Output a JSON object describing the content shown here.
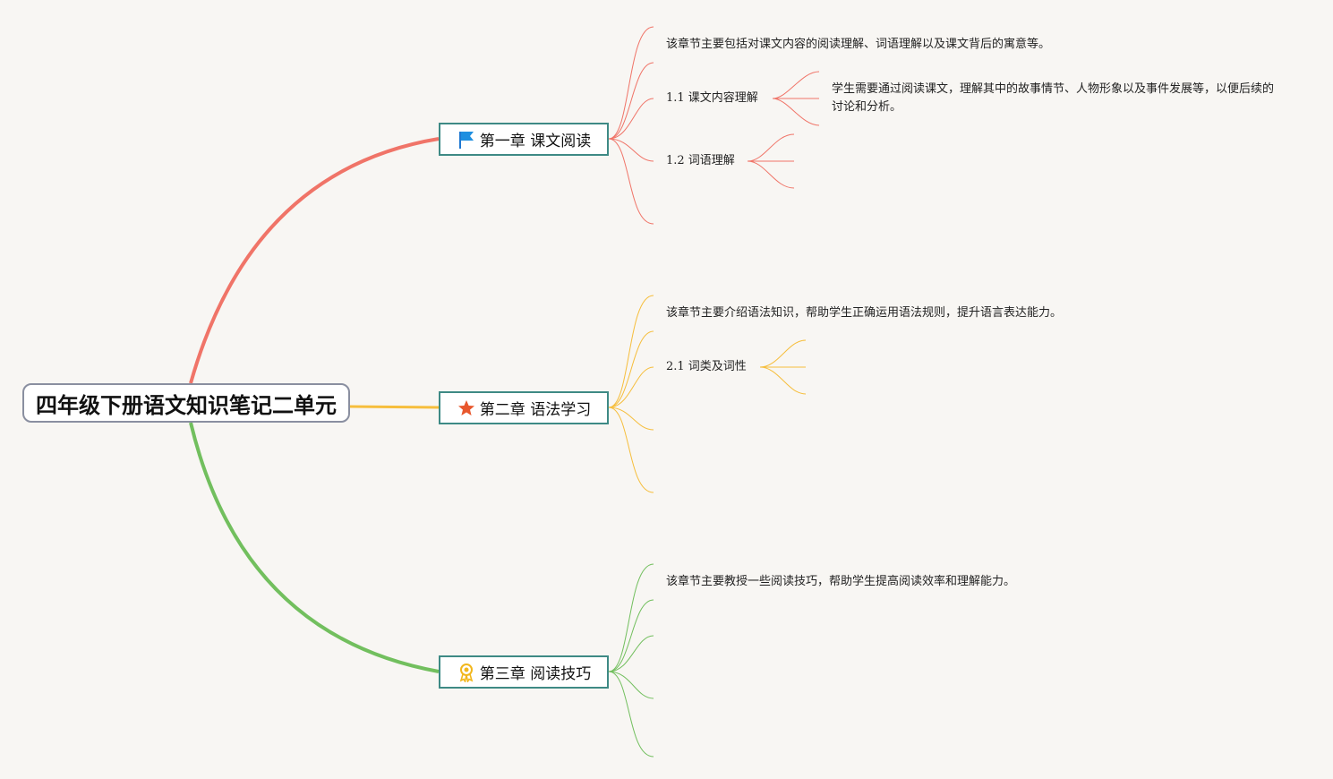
{
  "root": {
    "title": "四年级下册语文知识笔记二单元"
  },
  "colors": {
    "chapter1": "#f07468",
    "chapter2": "#f6be3c",
    "chapter3": "#72bf5e",
    "box_border": "#3e8a85",
    "root_border": "#8a8fa0",
    "background": "#f8f6f3"
  },
  "chapters": [
    {
      "label": "第一章 课文阅读",
      "icon": "blue-flag-icon",
      "summary": "该章节主要包括对课文内容的阅读理解、词语理解以及课文背后的寓意等。",
      "topics": [
        {
          "label": "1.1 课文内容理解",
          "detail": "学生需要通过阅读课文，理解其中的故事情节、人物形象以及事件发展等，以便后续的讨论和分析。"
        },
        {
          "label": "1.2 词语理解",
          "detail": ""
        }
      ]
    },
    {
      "label": "第二章 语法学习",
      "icon": "orange-star-icon",
      "summary": "该章节主要介绍语法知识，帮助学生正确运用语法规则，提升语言表达能力。",
      "topics": [
        {
          "label": "2.1 词类及词性",
          "detail": ""
        }
      ]
    },
    {
      "label": "第三章 阅读技巧",
      "icon": "award-medal-icon",
      "summary": "该章节主要教授一些阅读技巧，帮助学生提高阅读效率和理解能力。",
      "topics": []
    }
  ]
}
